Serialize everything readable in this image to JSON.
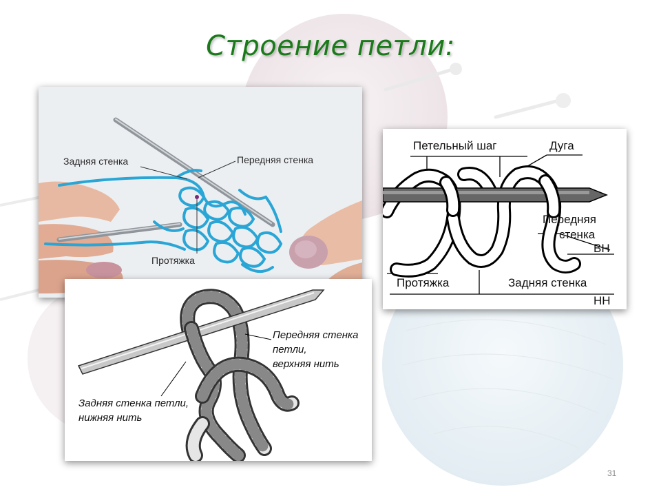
{
  "slide": {
    "title": "Строение петли:",
    "page_number": "31"
  },
  "photo_panel": {
    "labels": {
      "back_wall": "Задняя стенка",
      "front_wall": "Передняя стенка",
      "stretch": "Протяжка"
    }
  },
  "diagram_right": {
    "labels": {
      "loop_step": "Петельный шаг",
      "arc": "Дуга",
      "front_wall_1": "Передняя",
      "front_wall_2": "стенка",
      "upper_thread": "ВН",
      "stretch": "Протяжка",
      "back_wall": "Задняя стенка",
      "lower_thread": "НН"
    }
  },
  "diagram_bottom": {
    "labels": {
      "front_wall_1": "Передняя стенка",
      "front_wall_2": "петли,",
      "front_wall_3": "верхняя нить",
      "back_wall_1": "Задняя стенка петли,",
      "back_wall_2": "нижняя нить"
    }
  },
  "colors": {
    "title": "#1a7a1a",
    "yarn_blue": "#2aa6d6"
  }
}
